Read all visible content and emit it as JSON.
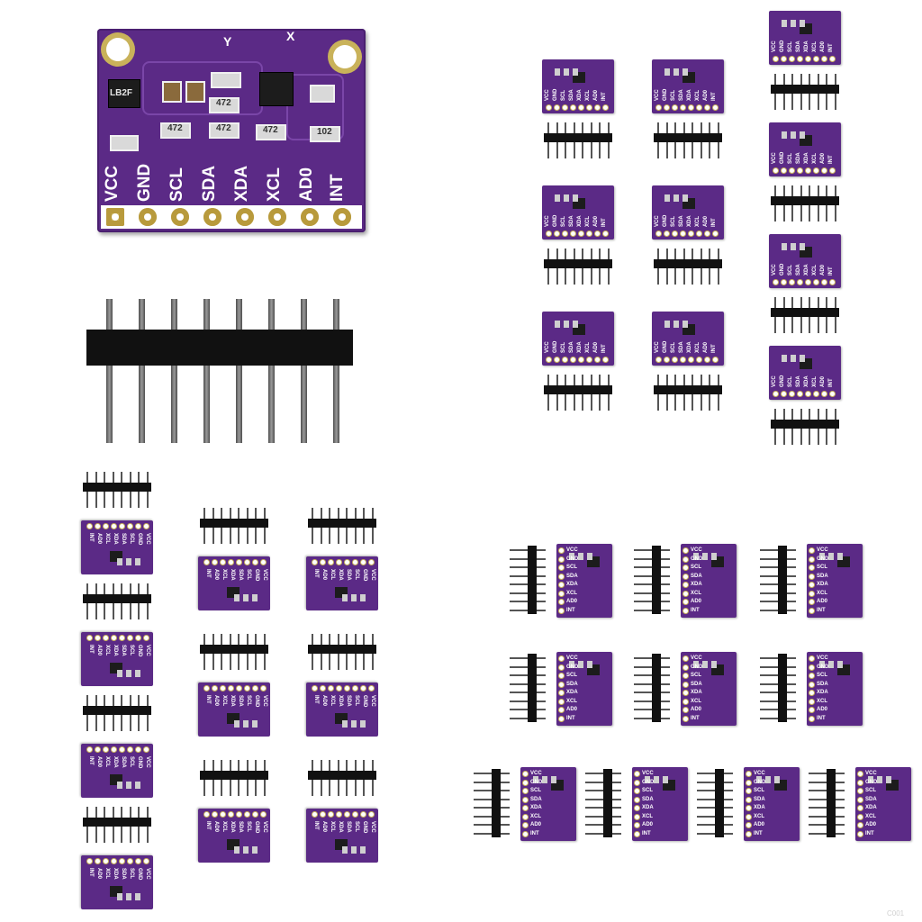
{
  "hero_board": {
    "pin_labels": [
      "VCC",
      "GND",
      "SCL",
      "SDA",
      "XDA",
      "XCL",
      "AD0",
      "INT"
    ],
    "chip_label": "LB2F",
    "axis_labels": [
      "Y",
      "X"
    ],
    "resistor_labels": [
      "472",
      "472",
      "472",
      "472",
      "102"
    ]
  },
  "mini_module": {
    "pin_labels": [
      "VCC",
      "GND",
      "SCL",
      "SDA",
      "XDA",
      "XCL",
      "AD0",
      "INT"
    ]
  },
  "watermark": "C001",
  "colors": {
    "board": "#5b2a86",
    "pad_gold": "#c9b25a",
    "header_black": "#111111",
    "background": "#ffffff"
  }
}
